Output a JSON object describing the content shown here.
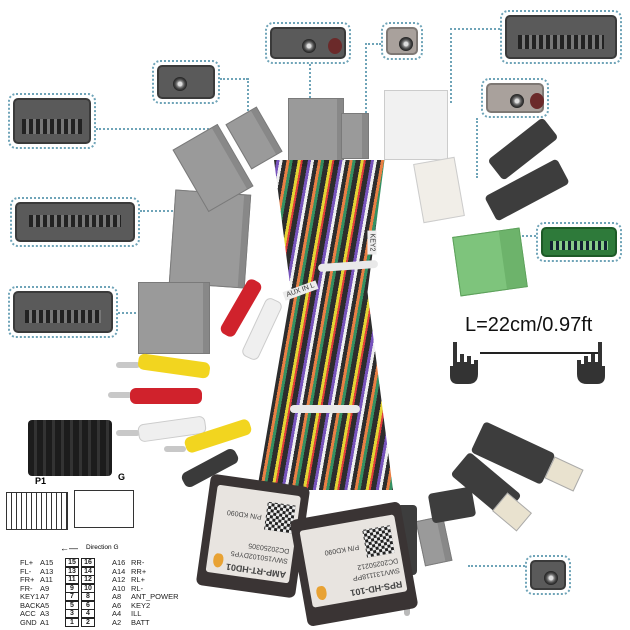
{
  "product": {
    "description": "Car stereo wiring harness with plug-and-play connectors",
    "cable_length_label": "L=22cm/0.97ft",
    "tags": {
      "aux_in": "AUX IN L",
      "key2": "KEY2"
    },
    "modules": [
      {
        "model": "AMP-RT-HD01",
        "lines": [
          "SWV150102DYP5",
          "DC20250305",
          "P/N KD090"
        ]
      },
      {
        "model": "RPS-HD-101",
        "lines": [
          "SWV131118PP",
          "DC20250212",
          "P/N KD090"
        ]
      }
    ]
  },
  "callouts": [
    {
      "id": "left-16pin",
      "icon": "connector-16pin-icon"
    },
    {
      "id": "top-radio-antenna",
      "icon": "antenna-connector-icon"
    },
    {
      "id": "top-fakra-dual",
      "icon": "fakra-dual-connector-icon"
    },
    {
      "id": "top-fakra-single",
      "icon": "fakra-single-connector-icon"
    },
    {
      "id": "top-right-24pin",
      "icon": "connector-24pin-icon"
    },
    {
      "id": "right-fakra-light",
      "icon": "fakra-light-connector-icon"
    },
    {
      "id": "left-32pin",
      "icon": "connector-32pin-icon"
    },
    {
      "id": "left-20pin",
      "icon": "connector-20pin-icon"
    },
    {
      "id": "right-green-connector",
      "icon": "green-connector-icon"
    },
    {
      "id": "bottom-right-fakra",
      "icon": "fakra-bottom-connector-icon"
    }
  ],
  "connector_diagram": {
    "p1_label": "P1",
    "g_label": "G",
    "direction_label": "Direction G"
  },
  "pinout": {
    "rows": [
      {
        "left_name": "FL+",
        "left_code": "A15",
        "left_pin": "15",
        "right_pin": "16",
        "right_code": "A16",
        "right_name": "RR-"
      },
      {
        "left_name": "FL-",
        "left_code": "A13",
        "left_pin": "13",
        "right_pin": "14",
        "right_code": "A14",
        "right_name": "RR+"
      },
      {
        "left_name": "FR+",
        "left_code": "A11",
        "left_pin": "11",
        "right_pin": "12",
        "right_code": "A12",
        "right_name": "RL+"
      },
      {
        "left_name": "FR-",
        "left_code": "A9",
        "left_pin": "9",
        "right_pin": "10",
        "right_code": "A10",
        "right_name": "RL-"
      },
      {
        "left_name": "KEY1",
        "left_code": "A7",
        "left_pin": "7",
        "right_pin": "8",
        "right_code": "A8",
        "right_name": "ANT_POWER"
      },
      {
        "left_name": "BACK",
        "left_code": "A5",
        "left_pin": "5",
        "right_pin": "6",
        "right_code": "A6",
        "right_name": "KEY2"
      },
      {
        "left_name": "ACC",
        "left_code": "A3",
        "left_pin": "3",
        "right_pin": "4",
        "right_code": "A4",
        "right_name": "ILL"
      },
      {
        "left_name": "GND",
        "left_code": "A1",
        "left_pin": "1",
        "right_pin": "2",
        "right_code": "A2",
        "right_name": "BATT"
      }
    ]
  },
  "colors": {
    "callout_border": "#6fa4b8",
    "connector_grey": "#9a9a9a",
    "connector_green": "#3f9a4c",
    "rca_yellow": "#f2d51f",
    "rca_red": "#d0222c",
    "rca_white": "#eeeeee"
  }
}
